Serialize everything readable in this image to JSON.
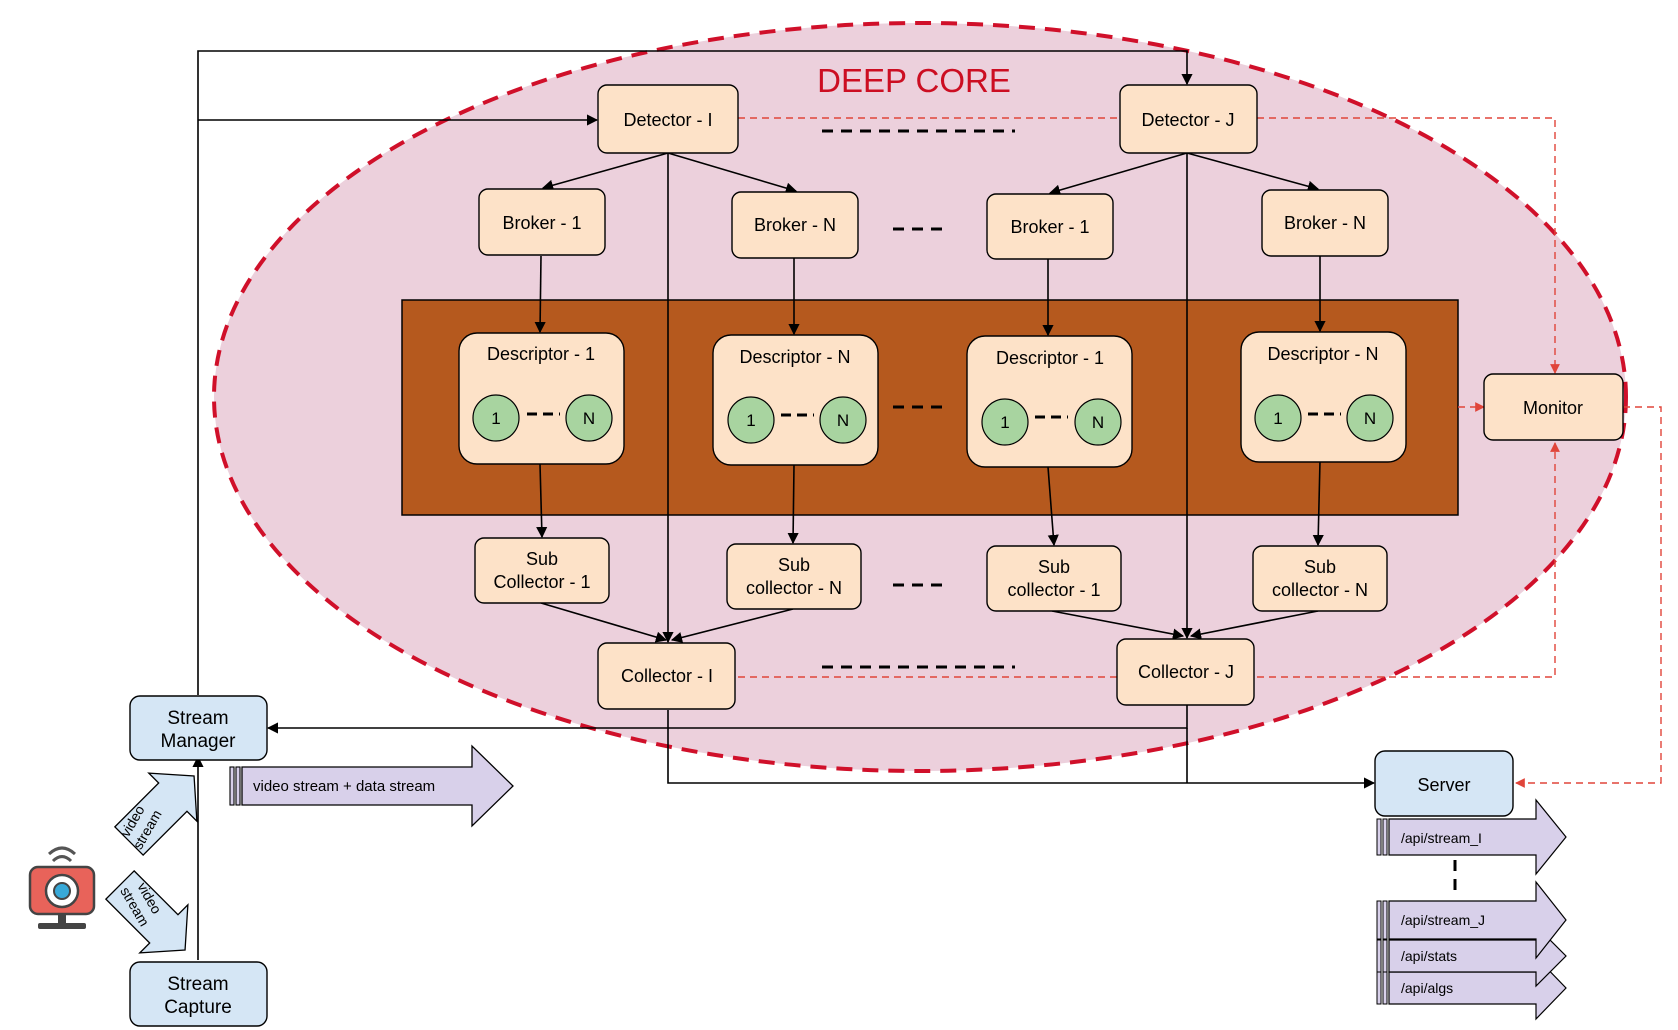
{
  "title": "DEEP CORE",
  "colors": {
    "core_fill": "#ecd0dc",
    "core_border": "#d0102a",
    "title": "#cc0e22",
    "node_fill": "#fde2c8",
    "band_fill": "#b5591e",
    "circle_fill": "#a8d4a0",
    "blue_fill": "#d5e6f5",
    "arrow_fill": "#d8d0ea",
    "red_link": "#e0453a"
  },
  "detectors": [
    "Detector - I",
    "Detector - J"
  ],
  "brokers": [
    "Broker - 1",
    "Broker - N",
    "Broker - 1",
    "Broker - N"
  ],
  "descriptors": [
    "Descriptor - 1",
    "Descriptor - N",
    "Descriptor - 1",
    "Descriptor - N"
  ],
  "workers": {
    "first": "1",
    "last": "N"
  },
  "sub_collectors": [
    [
      "Sub",
      "Collector - 1"
    ],
    [
      "Sub",
      "collector - N"
    ],
    [
      "Sub",
      "collector - 1"
    ],
    [
      "Sub",
      "collector - N"
    ]
  ],
  "collectors": [
    "Collector - I",
    "Collector - J"
  ],
  "monitor": "Monitor",
  "server": "Server",
  "stream_manager": [
    "Stream",
    "Manager"
  ],
  "stream_capture": [
    "Stream",
    "Capture"
  ],
  "camera_icon": "webcam-icon",
  "video_stream_label": [
    "video",
    "stream"
  ],
  "main_stream_label": "video stream + data stream",
  "api_endpoints": [
    "/api/stream_I",
    "/api/stream_J",
    "/api/stats",
    "/api/algs"
  ]
}
